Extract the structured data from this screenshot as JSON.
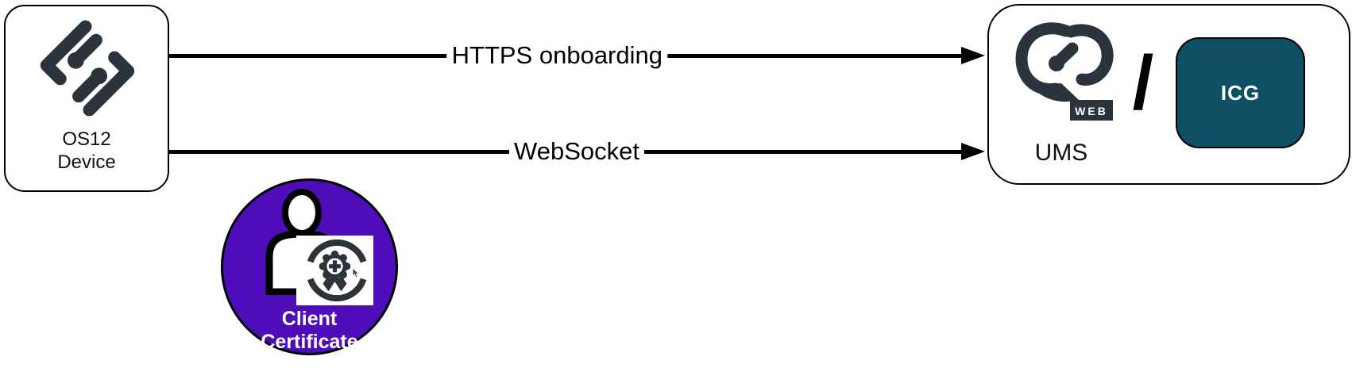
{
  "device_box": {
    "label_line1": "OS12",
    "label_line2": "Device"
  },
  "arrows": [
    {
      "label": "HTTPS onboarding"
    },
    {
      "label": "WebSocket"
    }
  ],
  "client_certificate": {
    "label_line1": "Client",
    "label_line2": "Certificate"
  },
  "server_box": {
    "web_badge": "WEB",
    "separator": "/",
    "icg_label": "ICG",
    "ums_label": "UMS"
  },
  "colors": {
    "purple": "#4F0DBA",
    "teal": "#0E4F66",
    "dark_slate": "#2B343D",
    "line_black": "#000000"
  }
}
